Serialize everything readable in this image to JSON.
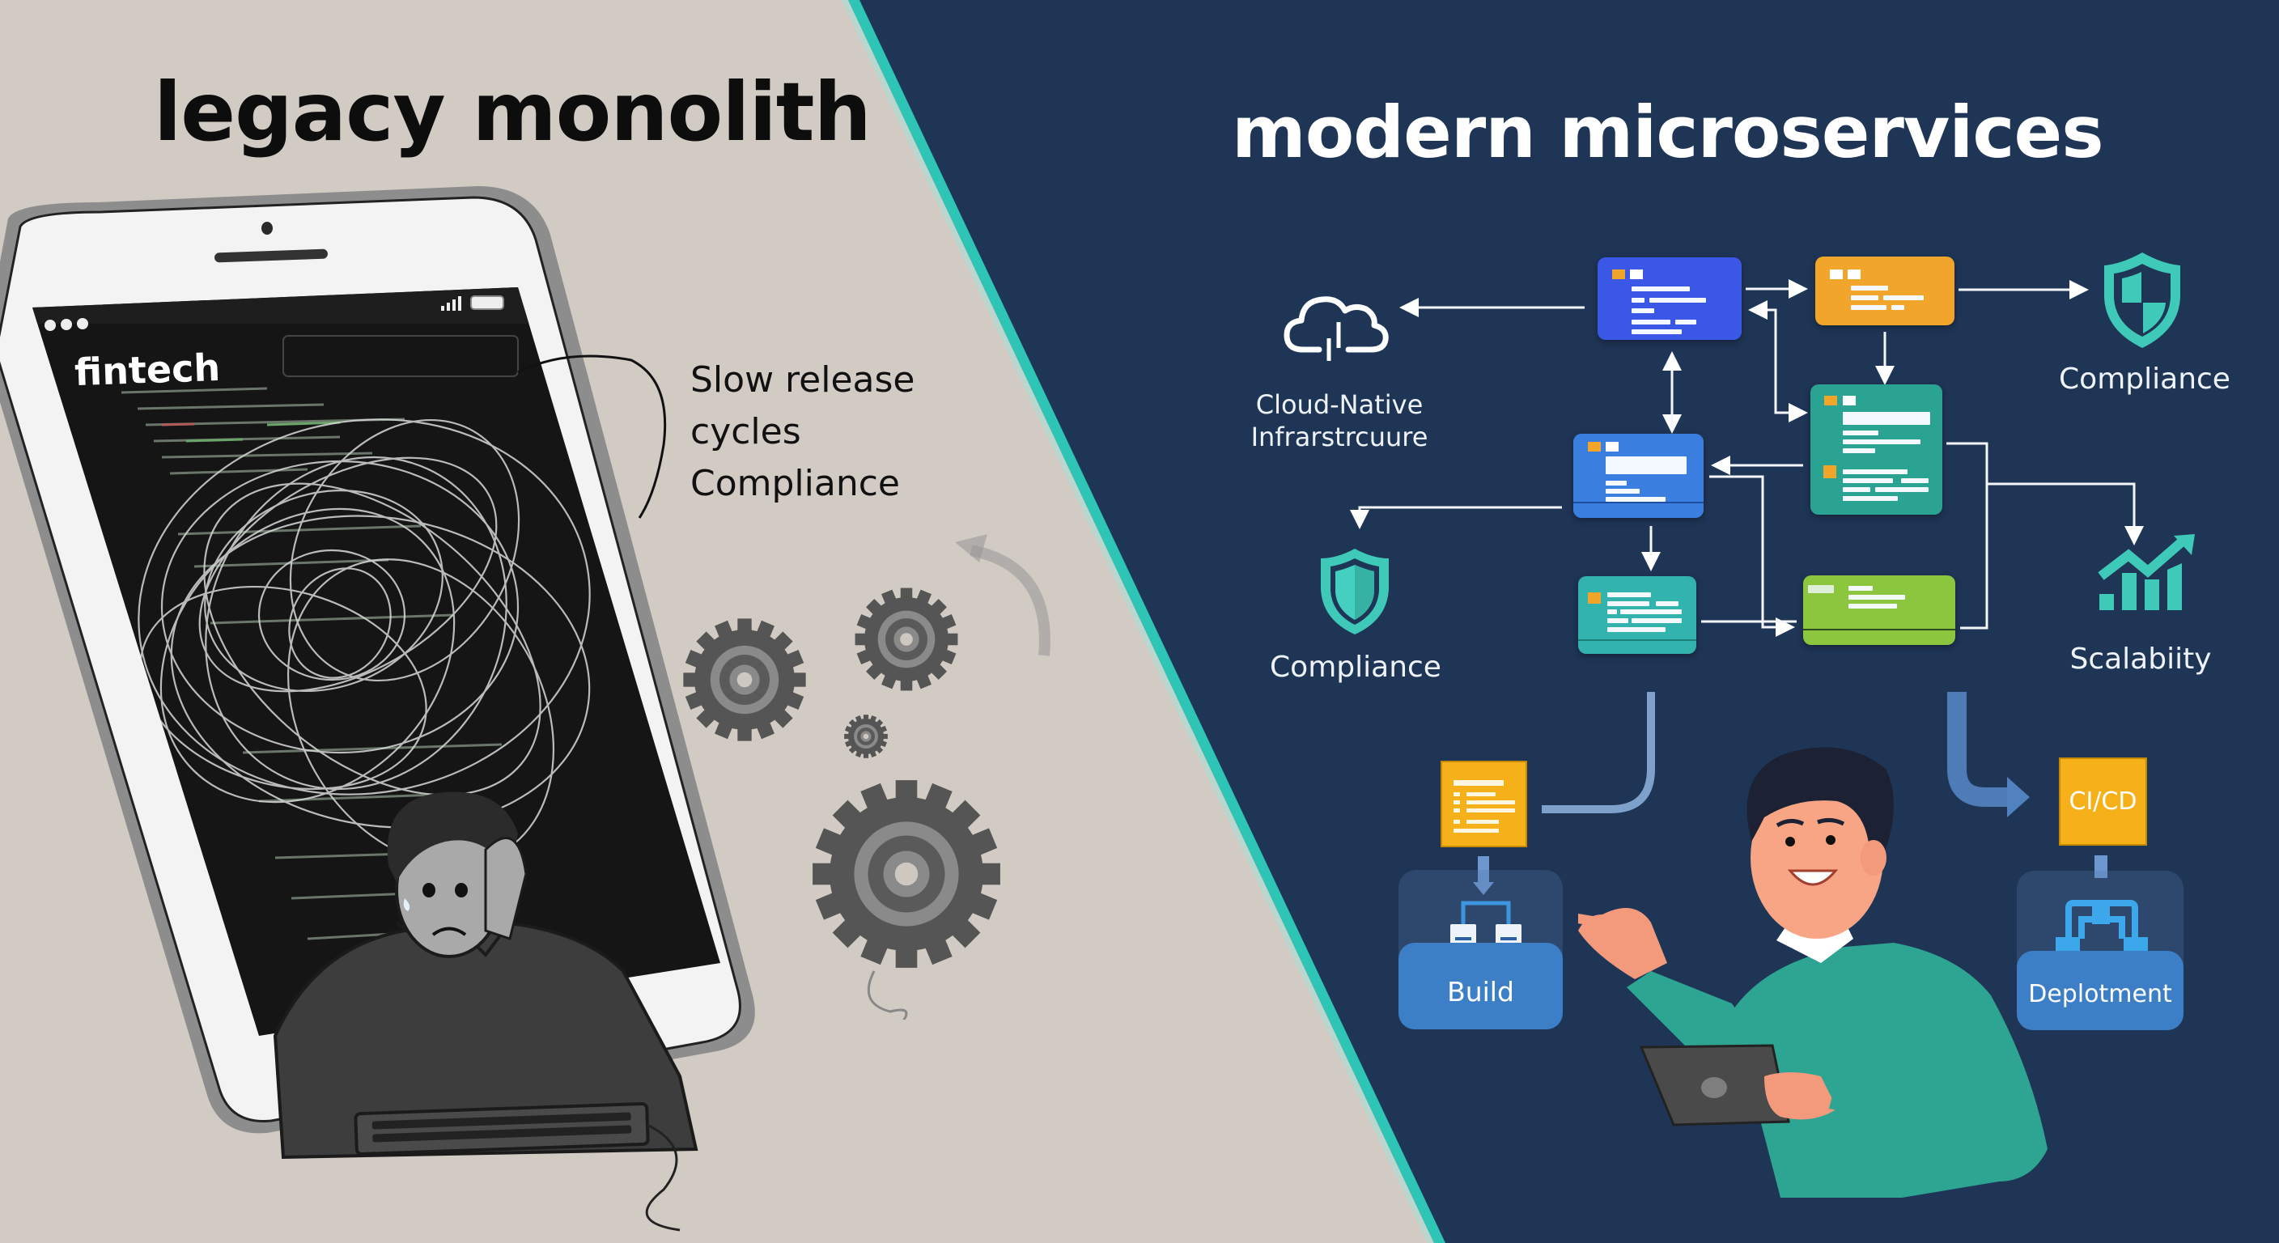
{
  "left_panel": {
    "title": "legacy monolith",
    "background": "#d2cbc3",
    "phone": {
      "app_name": "fintech",
      "window_dots": "•••",
      "status_icons": [
        "signal-icon",
        "battery-icon"
      ]
    },
    "pain_points": [
      "Slow release",
      "cycles",
      "Compliance"
    ],
    "illustration": {
      "character": "stressed developer at keyboard",
      "objects": [
        "tangled code wires",
        "rusty gears",
        "keyboard"
      ]
    }
  },
  "right_panel": {
    "title": "modern microservices",
    "background": "#1f3556",
    "divider_color": "#2ec4b6",
    "services": [
      {
        "id": "A",
        "color": "#3b57e6"
      },
      {
        "id": "B",
        "color": "#f2a52b"
      },
      {
        "id": "C",
        "color": "#2aa393"
      },
      {
        "id": "D",
        "color": "#3a7ee0"
      },
      {
        "id": "E",
        "color": "#33b3ad"
      },
      {
        "id": "F",
        "color": "#8cc63f"
      }
    ],
    "capabilities": [
      {
        "label_line1": "Cloud-Native",
        "label_line2": "Infrarstrcuure",
        "icon": "cloud-icon"
      },
      {
        "label": "Compliance",
        "icon": "shield-icon",
        "position": "top-right"
      },
      {
        "label": "Compliance",
        "icon": "shield-icon",
        "position": "left"
      },
      {
        "label": "Scalabiity",
        "icon": "growth-chart-icon"
      }
    ],
    "pipeline": {
      "build_label": "Build",
      "cicd_label": "CI/CD",
      "deploy_label": "Deplotment"
    },
    "illustration": {
      "character": "smiling developer pointing, holding tablet"
    }
  },
  "colors": {
    "accent_teal": "#3ec9b8",
    "orange": "#f5b01a",
    "pipeline_blue": "#3c7fc7",
    "navy": "#1f3556"
  }
}
